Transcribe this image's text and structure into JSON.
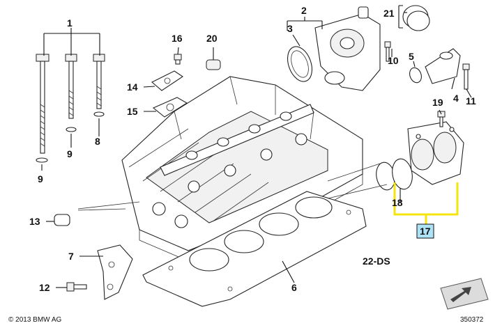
{
  "callouts": {
    "c1": "1",
    "c2": "2",
    "c3": "3",
    "c4": "4",
    "c5": "5",
    "c6": "6",
    "c7": "7",
    "c8": "8",
    "c9a": "9",
    "c9b": "9",
    "c10": "10",
    "c11": "11",
    "c12": "12",
    "c13": "13",
    "c14": "14",
    "c15": "15",
    "c16": "16",
    "c17": "17",
    "c18": "18",
    "c19": "19",
    "c20": "20",
    "c21": "21"
  },
  "labels": {
    "variant": "22-DS",
    "copyright": "© 2013 BMW AG",
    "diagram_number": "350372"
  },
  "colors": {
    "highlight": "#f4e60c",
    "callout_box_fill": "#aee3f7",
    "line": "#111111"
  },
  "icons": {
    "corner": "arrow-tile-icon"
  }
}
